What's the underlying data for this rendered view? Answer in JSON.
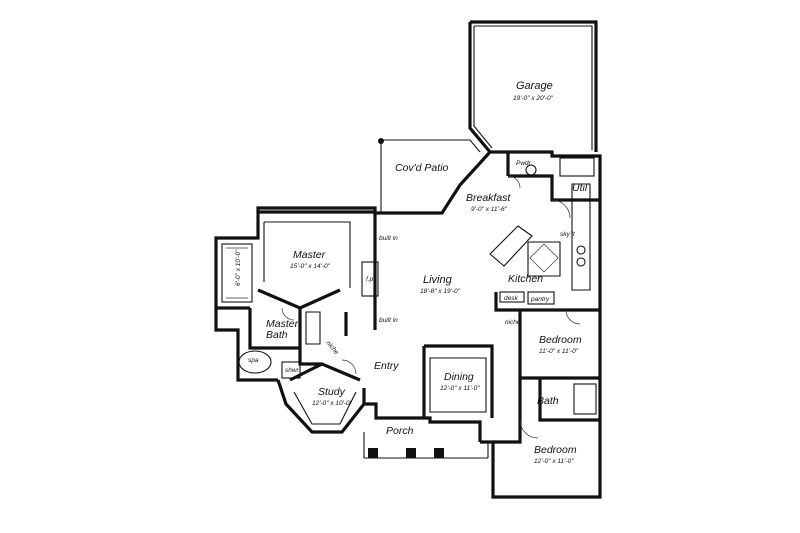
{
  "rooms": {
    "garage": {
      "name": "Garage",
      "dim": "19'-0\" x 20'-0\""
    },
    "patio": {
      "name": "Cov'd Patio",
      "dim": ""
    },
    "pwdr": {
      "name": "Pwdr",
      "dim": ""
    },
    "util": {
      "name": "Util",
      "dim": ""
    },
    "breakfast": {
      "name": "Breakfast",
      "dim": "9'-0\" x 11'-6\""
    },
    "master": {
      "name": "Master",
      "dim": "15'-0\" x 14'-0\""
    },
    "living": {
      "name": "Living",
      "dim": "18'-8\" x 19'-0\""
    },
    "kitchen": {
      "name": "Kitchen",
      "dim": ""
    },
    "master_bath": {
      "name": "Master",
      "name2": "Bath"
    },
    "bedroom1": {
      "name": "Bedroom",
      "dim": "11'-0\" x 11'-0\""
    },
    "bedroom2": {
      "name": "Bedroom",
      "dim": "12'-0\" x 11'-0\""
    },
    "study": {
      "name": "Study",
      "dim": "12'-0\" x 10'-0\""
    },
    "entry": {
      "name": "Entry",
      "dim": ""
    },
    "dining": {
      "name": "Dining",
      "dim": "12'-0\" x 11'-0\""
    },
    "bath": {
      "name": "Bath",
      "dim": ""
    },
    "porch": {
      "name": "Porch",
      "dim": ""
    },
    "closet": {
      "name": "",
      "dim": "6'-0\" x 10'-0\""
    }
  },
  "labels": {
    "built_in_top": "built in",
    "built_in_bottom": "built in",
    "fireplace": "f.p.",
    "sky_lt": "sky lt",
    "desk": "desk",
    "pantry": "pantry",
    "niche": "niche",
    "niche_bath": "niche",
    "spa": "spa",
    "shwr": "shwr"
  }
}
